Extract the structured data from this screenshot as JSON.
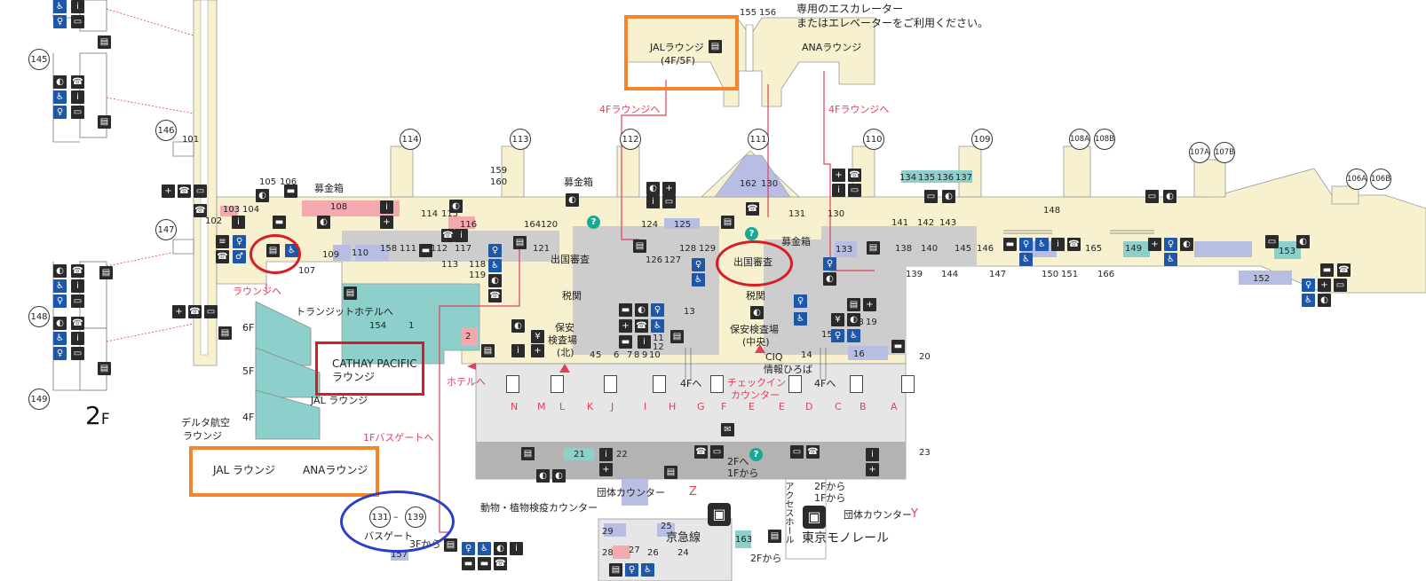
{
  "floor": {
    "num": "2",
    "suffix": "F"
  },
  "header_note": {
    "line1": "専用のエスカレーター",
    "line2": "またはエレベーターをご利用ください。"
  },
  "gates": {
    "g145": "145",
    "g146": "146",
    "g147": "147",
    "g148": "148",
    "g149": "149",
    "g114": "114",
    "g113": "113",
    "g112": "112",
    "g111": "111",
    "g110": "110",
    "g109": "109",
    "g108a": "108A",
    "g108b": "108B",
    "g107a": "107A",
    "g107b": "107B",
    "g106a": "106A",
    "g106b": "106B",
    "g131": "131",
    "g139": "139"
  },
  "labels": {
    "jal_lounge_top": "JALラウンジ",
    "jal_lounge_top_floors": "(4F/5F)",
    "ana_lounge_top": "ANAラウンジ",
    "to_4f_lounge_a": "4Fラウンジへ",
    "to_4f_lounge_b": "4Fラウンジへ",
    "bokinbako_1": "募金箱",
    "bokinbako_2": "募金箱",
    "bokinbako_3": "募金箱",
    "emigration_1": "出国審査",
    "emigration_2": "出国審査",
    "customs_1": "税関",
    "customs_2": "税関",
    "security_north_1": "保安",
    "security_north_2": "検査場",
    "security_north_3": "(北)",
    "security_center_1": "保安検査場",
    "security_center_2": "(中央)",
    "to_lounge": "ラウンジへ",
    "transit_hotel": "トランジットホテルへ",
    "cathay_1": "CATHAY PACIFIC",
    "cathay_2": "ラウンジ",
    "jal_lounge_mid": "JAL ラウンジ",
    "delta_1": "デルタ航空",
    "delta_2": "ラウンジ",
    "jal_lounge_bot": "JAL ラウンジ",
    "ana_lounge_bot": "ANAラウンジ",
    "to_hotel": "ホテルへ",
    "to_1f_bus": "1Fバスゲートへ",
    "bus_gate": "バスゲート",
    "from_3f": "3Fから",
    "ciq": "CIQ",
    "info_plaza": "情報ひろば",
    "checkin_1": "チェックイン",
    "checkin_2": "カウンター",
    "to_4f_1": "4Fへ",
    "to_4f_2": "4Fへ",
    "to_2f_1": "2Fへ",
    "from_1f_1": "1Fから",
    "from_2f_1": "2Fから",
    "from_1f_2": "1Fから",
    "from_2f_2": "2Fから",
    "access_hall": "アクセスホール",
    "group_counter_z": "団体カウンター",
    "z": "Z",
    "group_counter_y": "団体カウンター",
    "y": "Y",
    "keikyu": "京急線",
    "monorail": "東京モノレール",
    "animal_plant": "動物・植物検疫カウンター",
    "floor_6": "6F",
    "floor_5": "5F",
    "floor_4": "4F"
  },
  "counters": [
    "N",
    "M",
    "L",
    "K",
    "J",
    "I",
    "H",
    "G",
    "F",
    "E",
    "D",
    "C",
    "B",
    "A"
  ],
  "shops": {
    "s101": "101",
    "s102": "102",
    "s103": "103",
    "s104": "104",
    "s105": "105",
    "s106": "106",
    "s107": "107",
    "s108": "108",
    "s109": "109",
    "s110": "110",
    "s111": "111",
    "s112": "112",
    "s113": "113",
    "s114": "114",
    "s115": "115",
    "s116": "116",
    "s117": "117",
    "s118": "118",
    "s119": "119",
    "s120": "120",
    "s121": "121",
    "s124": "124",
    "s125": "125",
    "s126": "126",
    "s127": "127",
    "s128": "128",
    "s129": "129",
    "s130": "130",
    "s130b": "130",
    "s131": "131",
    "s133": "133",
    "s134": "134",
    "s135": "135",
    "s136": "136",
    "s137": "137",
    "s138": "138",
    "s139": "139",
    "s140": "140",
    "s141": "141",
    "s142": "142",
    "s143": "143",
    "s144": "144",
    "s145": "145",
    "s146": "146",
    "s147": "147",
    "s148": "148",
    "s149": "149",
    "s150": "150",
    "s151": "151",
    "s152": "152",
    "s153": "153",
    "s154": "154",
    "s155": "155",
    "s156": "156",
    "s157": "157",
    "s158": "158",
    "s159": "159",
    "s160": "160",
    "s162": "162",
    "s163": "163",
    "s164": "164",
    "s165": "165",
    "s166": "166",
    "s1": "1",
    "s2": "2",
    "s4": "4",
    "s5": "5",
    "s6": "6",
    "s7": "7",
    "s8": "8",
    "s9": "9",
    "s10": "10",
    "s11": "11",
    "s12": "12",
    "s13": "13",
    "s14": "14",
    "s15": "15",
    "s16": "16",
    "s18": "18",
    "s19": "19",
    "s20": "20",
    "s21": "21",
    "s22": "22",
    "s23": "23",
    "s24": "24",
    "s25": "25",
    "s26": "26",
    "s27": "27",
    "s28": "28",
    "s29": "29"
  },
  "colors": {
    "cream": "#f7f1cf",
    "gray": "#cdcdcd",
    "darkgray": "#b3b3b3",
    "lightgray": "#e6e6e6",
    "teal": "#8dcfcb",
    "lavender": "#b7bde3",
    "pink": "#f3a9ae",
    "redline": "#e0405a",
    "highlight_orange": "#f4852a",
    "highlight_red": "#d81c24",
    "highlight_blue": "#2b3ec4"
  },
  "icons": [
    "restroom-icon",
    "wheelchair-icon",
    "phone-icon",
    "locker-icon",
    "atm-icon",
    "info-icon",
    "aed-icon",
    "elevator-icon",
    "escalator-icon",
    "smoking-icon",
    "nursing-icon",
    "baby-icon",
    "pc-icon"
  ]
}
